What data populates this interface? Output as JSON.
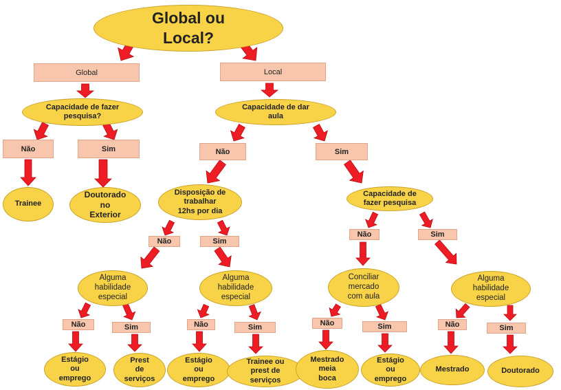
{
  "colors": {
    "node_fill": "#f8d348",
    "decision_fill": "#f7c6ad",
    "arrow": "#ee1c25"
  },
  "nodes": {
    "root": "Global ou\nLocal?",
    "global": "Global",
    "local": "Local",
    "g_cap_pesquisa": "Capacidade de fazer\npesquisa?",
    "g_nao": "Não",
    "g_sim": "Sim",
    "g_trainee": "Trainee",
    "g_doutorado": "Doutorado\nno\nExterior",
    "l_cap_aula": "Capacidade de dar\naula",
    "l_nao": "Não",
    "l_sim": "Sim",
    "disposicao": "Disposição de\ntrabalhar\n12hs por dia",
    "l_cap_pesquisa": "Capacidade de\nfazer pesquisa",
    "d_nao": "Não",
    "d_sim": "Sim",
    "p_nao": "Não",
    "p_sim": "Sim",
    "hab1": "Alguma\nhabilidade\nespecial",
    "hab2": "Alguma\nhabilidade\nespecial",
    "conciliar": "Conciliar\nmercado\ncom aula",
    "hab3": "Alguma\nhabilidade\nespecial",
    "h1_nao": "Não",
    "h1_sim": "Sim",
    "h2_nao": "Não",
    "h2_sim": "Sim",
    "c_nao": "Não",
    "c_sim": "Sim",
    "h3_nao": "Não",
    "h3_sim": "Sim",
    "leaf_estagio1": "Estágio\nou\nemprego",
    "leaf_prest": "Prest\nde\nserviços",
    "leaf_estagio2": "Estágio\nou\nemprego",
    "leaf_trainee_prest": "Trainee ou\nprest de\nserviços",
    "leaf_mestrado_meia": "Mestrado\nmeia\nboca",
    "leaf_estagio3": "Estágio\nou\nemprego",
    "leaf_mestrado": "Mestrado",
    "leaf_doutorado": "Doutorado"
  }
}
